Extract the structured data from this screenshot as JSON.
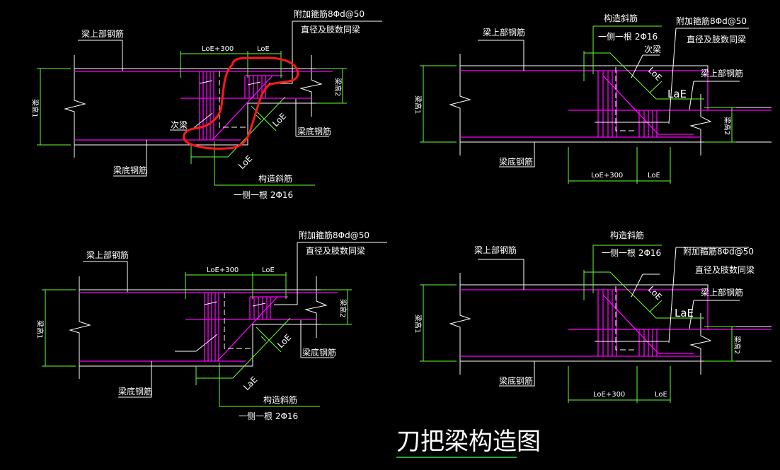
{
  "drawing": {
    "title": "刀把梁构造图",
    "colors": {
      "background": "#000000",
      "rebar": "#ff00ff",
      "dimension": "#66ff33",
      "outline": "#ffffff",
      "markup": "#ff0000"
    }
  },
  "panels": [
    {
      "top_rebar": "梁上部钢筋",
      "bottom_rebar": "梁底钢筋",
      "bottom_rebar_2": "梁底钢筋",
      "stirrup": "附加箍筋8Φd@50",
      "stirrup_note": "直径及肢数同梁",
      "diagonal": "构造斜筋",
      "diagonal_note": "一侧一根 2Φ16",
      "secondary_beam": "次梁",
      "dim_long": "LoE+300",
      "dim_short": "LoE",
      "dim_diag_1": "LoE",
      "dim_diag_2": "LoE",
      "height_1": "梁高1",
      "height_2": "梁高2"
    },
    {
      "top_rebar": "梁上部钢筋",
      "top_rebar_2": "梁上部钢筋",
      "bottom_rebar": "梁底钢筋",
      "stirrup": "附加箍筋8Φd@50",
      "stirrup_note": "直径及肢数同梁",
      "diagonal": "构造斜筋",
      "diagonal_note": "一侧一根 2Φ16",
      "secondary_beam": "次梁",
      "dim_long": "LoE+300",
      "dim_short": "LoE",
      "dim_diag": "LoE",
      "dim_big": "LaE",
      "height_1": "梁高1",
      "height_2": "梁高2"
    },
    {
      "top_rebar": "梁上部钢筋",
      "bottom_rebar": "梁底钢筋",
      "bottom_rebar_2": "梁底钢筋",
      "stirrup": "附加箍筋8Φd@50",
      "stirrup_note": "直径及肢数同梁",
      "diagonal": "构造斜筋",
      "diagonal_note": "一侧一根 2Φ16",
      "dim_long": "LoE+300",
      "dim_short": "LoE",
      "dim_diag_1": "LoE",
      "dim_diag_2": "LaE",
      "height_1": "梁高1",
      "height_2": "梁高2"
    },
    {
      "top_rebar": "梁上部钢筋",
      "top_rebar_2": "梁上部钢筋",
      "bottom_rebar": "梁底钢筋",
      "stirrup": "附加箍筋8Φd@50",
      "stirrup_note": "直径及肢数同梁",
      "diagonal": "构造斜筋",
      "diagonal_note": "一侧一根 2Φ16",
      "dim_long": "LoE+300",
      "dim_short": "LoE",
      "dim_diag": "LoE",
      "dim_big": "LaE",
      "height_1": "梁高1",
      "height_2": "梁高2"
    }
  ]
}
